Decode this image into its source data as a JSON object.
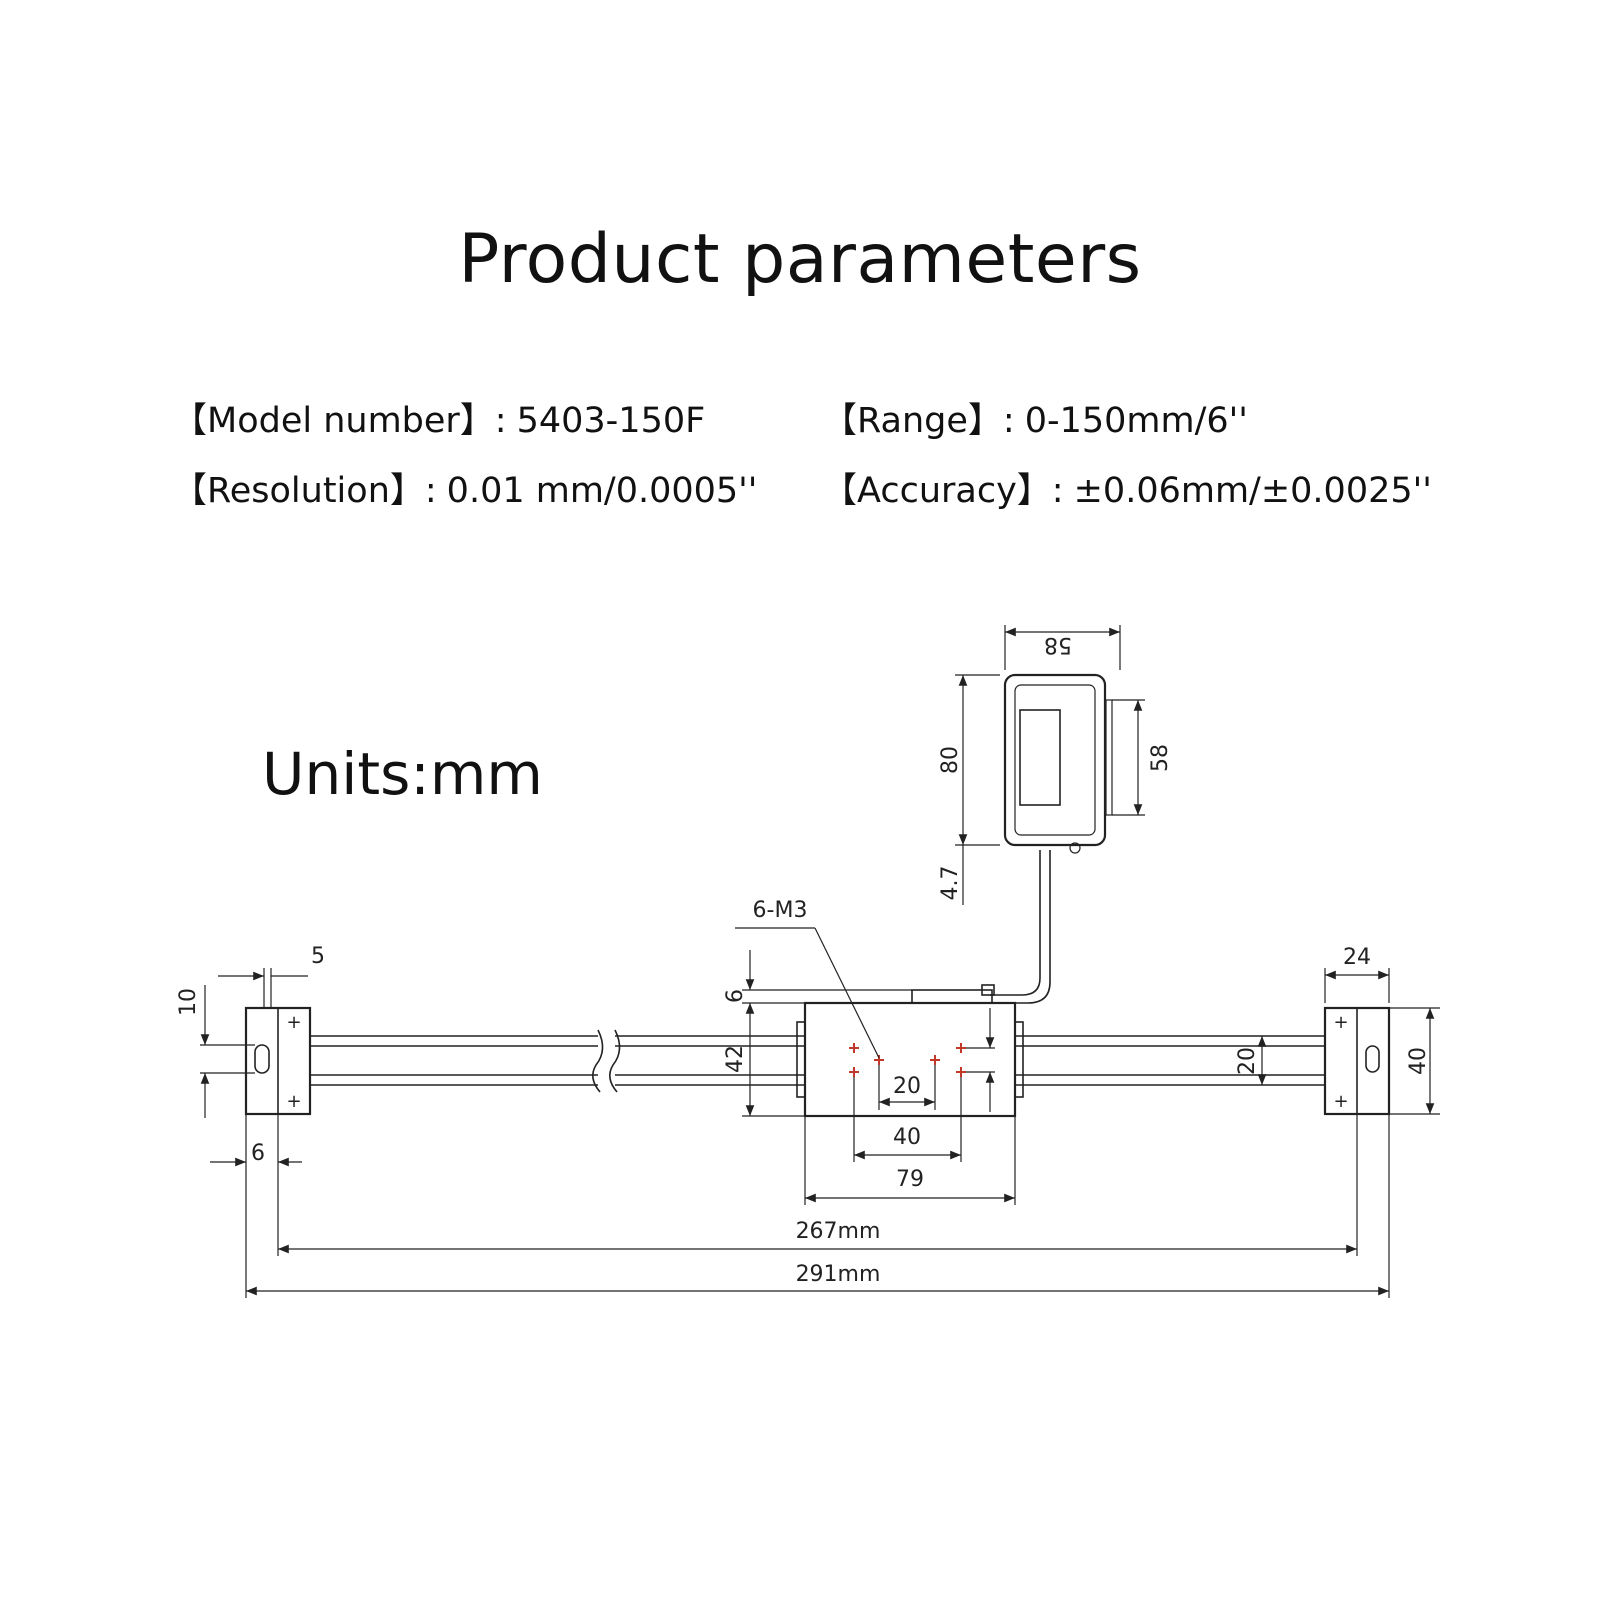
{
  "title": "Product parameters",
  "params": {
    "model": {
      "label": "【Model number】:",
      "value": "5403-150F"
    },
    "range": {
      "label": "【Range】:",
      "value": "0-150mm/6''"
    },
    "resolution": {
      "label": "【Resolution】:",
      "value": "0.01 mm/0.0005''"
    },
    "accuracy": {
      "label": "【Accuracy】:",
      "value": "±0.06mm/±0.0025''"
    }
  },
  "units": "Units:mm",
  "dimensions": {
    "display_width": "58",
    "display_height": "80",
    "display_depth": "58",
    "cable_offset": "4.7",
    "screw_holes": "6-M3",
    "end_cap_gap": "5",
    "end_cap_slot": "10",
    "end_cap_thickness": "6",
    "slider_gap": "6",
    "slider_height": "42",
    "hole_spacing_inner": "20",
    "hole_spacing_outer": "40",
    "slider_length": "79",
    "rail_height": "20",
    "end_block_width": "24",
    "end_block_height": "40",
    "mount_length": "267mm",
    "total_length": "291mm"
  }
}
